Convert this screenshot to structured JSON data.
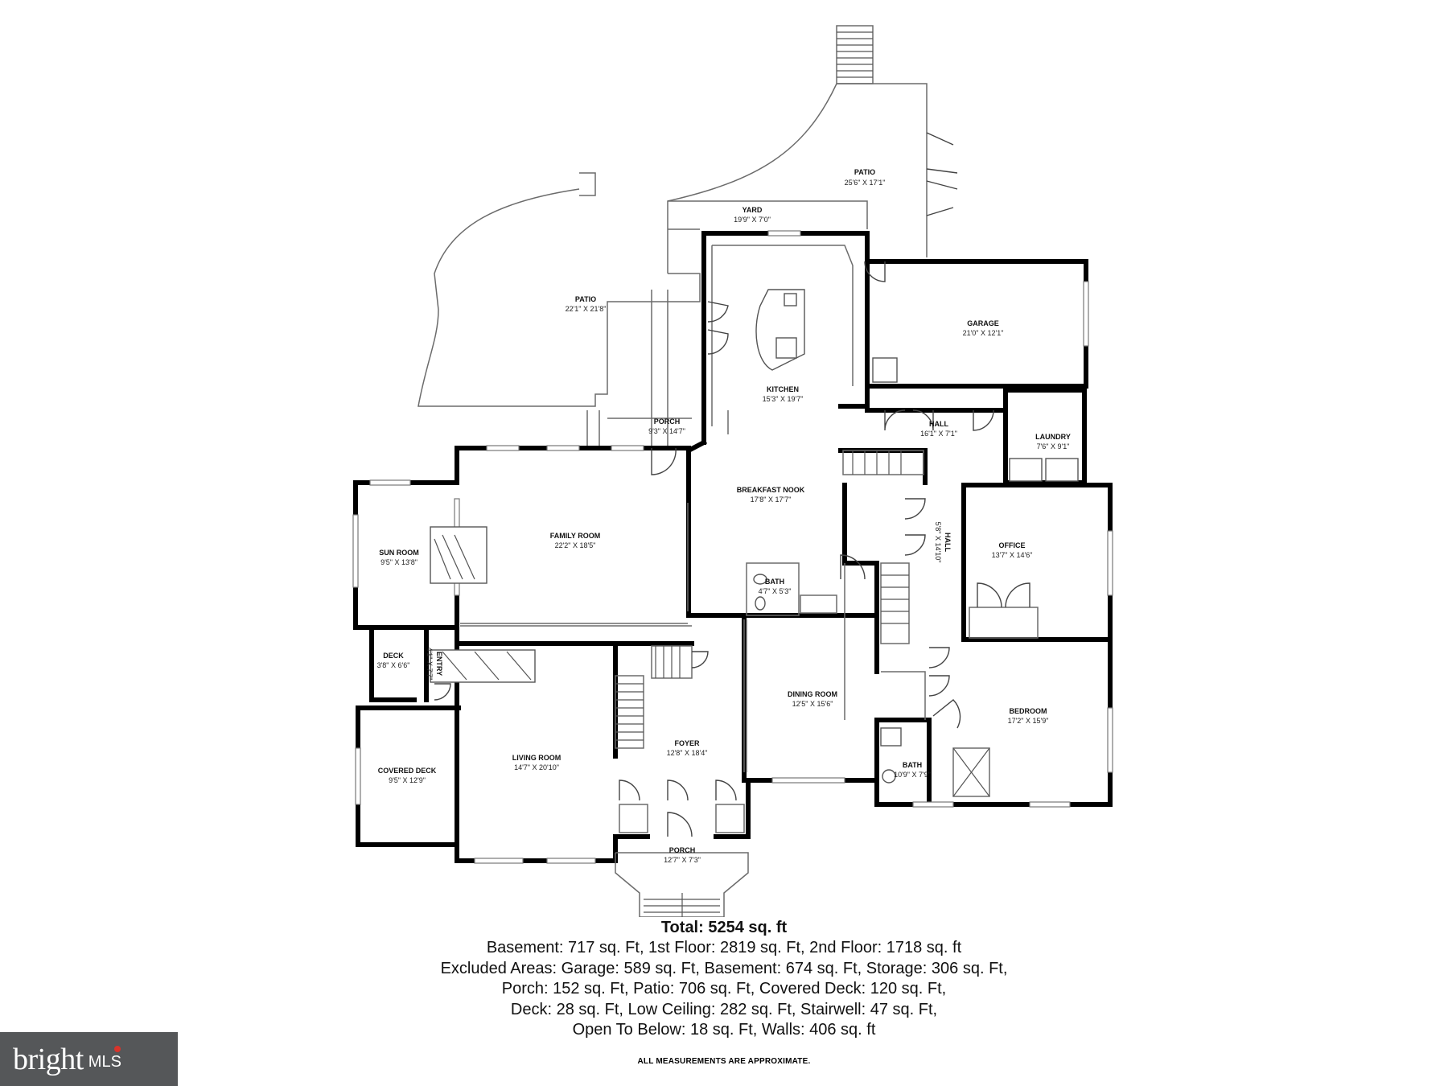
{
  "rooms": [
    {
      "name": "PATIO",
      "dims": "25'6\" X 17'1\""
    },
    {
      "name": "YARD",
      "dims": "19'9\" X 7'0\""
    },
    {
      "name": "PATIO",
      "dims": "22'1\" X 21'8\""
    },
    {
      "name": "GARAGE",
      "dims": "21'0\" X 12'1\""
    },
    {
      "name": "KITCHEN",
      "dims": "15'3\" X 19'7\""
    },
    {
      "name": "PORCH",
      "dims": "9'3\" X 14'7\""
    },
    {
      "name": "HALL",
      "dims": "16'1\" X 7'1\""
    },
    {
      "name": "LAUNDRY",
      "dims": "7'6\" X 9'1\""
    },
    {
      "name": "BREAKFAST NOOK",
      "dims": "17'8\" X 17'7\""
    },
    {
      "name": "FAMILY ROOM",
      "dims": "22'2\" X 18'5\""
    },
    {
      "name": "SUN ROOM",
      "dims": "9'5\" X 13'8\""
    },
    {
      "name": "HALL",
      "dims": "5'8\" X 14'10\""
    },
    {
      "name": "OFFICE",
      "dims": "13'7\" X 14'6\""
    },
    {
      "name": "BATH",
      "dims": "4'7\" X 5'3\""
    },
    {
      "name": "DECK",
      "dims": "3'8\" X 6'6\""
    },
    {
      "name": "ENTRY",
      "dims": "4'1\" X 7'7\""
    },
    {
      "name": "DINING ROOM",
      "dims": "12'5\" X 15'6\""
    },
    {
      "name": "BEDROOM",
      "dims": "17'2\" X 15'9\""
    },
    {
      "name": "FOYER",
      "dims": "12'8\" X 18'4\""
    },
    {
      "name": "LIVING ROOM",
      "dims": "14'7\" X 20'10\""
    },
    {
      "name": "COVERED DECK",
      "dims": "9'5\" X 12'9\""
    },
    {
      "name": "BATH",
      "dims": "10'9\" X 7'9\""
    },
    {
      "name": "PORCH",
      "dims": "12'7\" X 7'3\""
    }
  ],
  "summary": {
    "total": "Total: 5254 sq. ft",
    "lines": [
      "Basement: 717 sq. Ft, 1st Floor: 2819 sq. Ft, 2nd Floor: 1718 sq. ft",
      "Excluded Areas: Garage: 589 sq. Ft, Basement: 674 sq. Ft, Storage: 306 sq. Ft,",
      "Porch: 152 sq. Ft, Patio: 706 sq. Ft, Covered Deck: 120 sq. Ft,",
      "Deck: 28 sq. Ft, Low Ceiling: 282 sq. Ft, Stairwell: 47 sq. Ft,",
      "Open To Below: 18 sq. Ft, Walls: 406 sq. ft"
    ]
  },
  "disclaimer": "ALL MEASUREMENTS ARE APPROXIMATE.",
  "logo": {
    "word": "bright",
    "suffix": "MLS",
    "accent_color": "#d9342b",
    "background": "#555759",
    "icon": "bright-mls-logo"
  },
  "colors": {
    "walls": "#000000",
    "background": "#ffffff"
  }
}
